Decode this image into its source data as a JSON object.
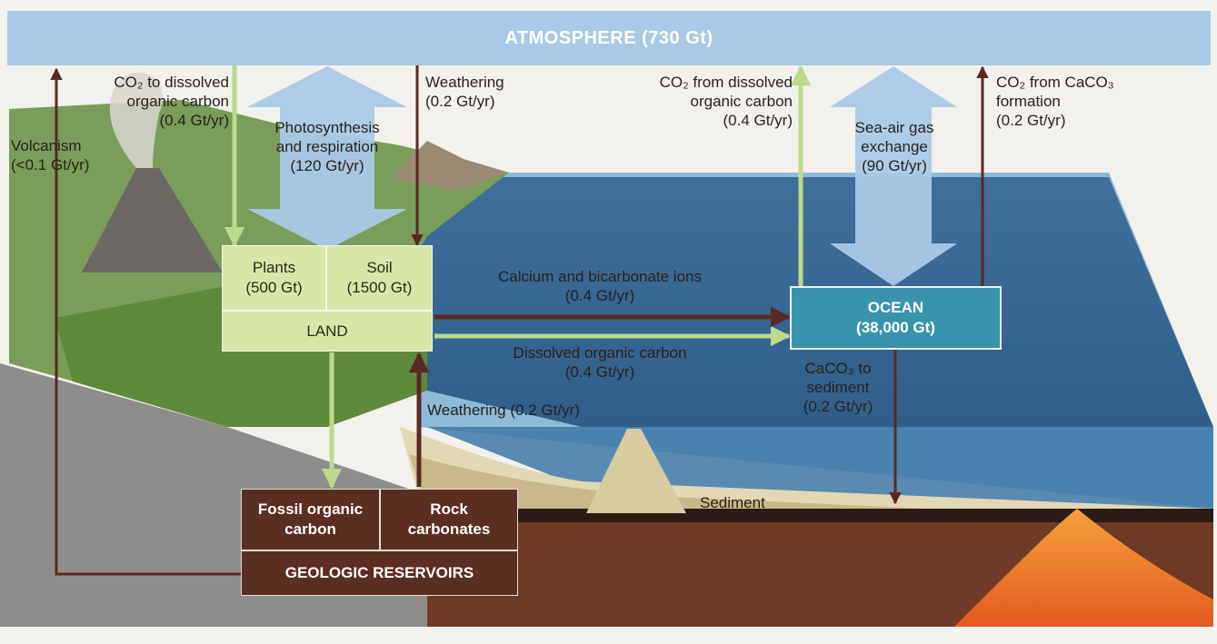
{
  "atmosphere": {
    "label": "ATMOSPHERE (730 Gt)"
  },
  "land": {
    "plants": [
      "Plants",
      "(500 Gt)"
    ],
    "soil": [
      "Soil",
      "(1500 Gt)"
    ],
    "label": "LAND"
  },
  "ocean": {
    "label": [
      "OCEAN",
      "(38,000 Gt)"
    ]
  },
  "geologic": {
    "fossil": [
      "Fossil organic",
      "carbon"
    ],
    "rock": [
      "Rock",
      "carbonates"
    ],
    "label": "GEOLOGIC RESERVOIRS"
  },
  "fluxes": {
    "co2_to_doc": [
      "CO₂ to dissolved",
      "organic carbon",
      "(0.4 Gt/yr)"
    ],
    "volcanism": [
      "Volcanism",
      "(<0.1 Gt/yr)"
    ],
    "photosynthesis": [
      "Photosynthesis",
      "and respiration",
      "(120 Gt/yr)"
    ],
    "weathering_top": [
      "Weathering",
      "(0.2 Gt/yr)"
    ],
    "co2_from_doc": [
      "CO₂ from dissolved",
      "organic carbon",
      "(0.4 Gt/yr)"
    ],
    "sea_air": [
      "Sea-air gas",
      "exchange",
      "(90 Gt/yr)"
    ],
    "co2_from_caco3": [
      "CO₂ from CaCO₃",
      "formation",
      "(0.2 Gt/yr)"
    ],
    "calcium": [
      "Calcium and bicarbonate ions",
      "(0.4 Gt/yr)"
    ],
    "doc": [
      "Dissolved organic carbon",
      "(0.4 Gt/yr)"
    ],
    "weathering_bottom": "Weathering (0.2 Gt/yr)",
    "caco3_sediment": [
      "CaCO₃ to",
      "sediment",
      "(0.2 Gt/yr)"
    ],
    "sediment": "Sediment"
  },
  "colors": {
    "atmosphere": "#a9c9e6",
    "land": "#d7e7a7",
    "ocean": "#3a93ae",
    "geologic": "#5b2e22",
    "green_arrow": "#bcd98c",
    "brown_arrow": "#5a2a22",
    "blue_arrow": "#a9c9e6"
  }
}
